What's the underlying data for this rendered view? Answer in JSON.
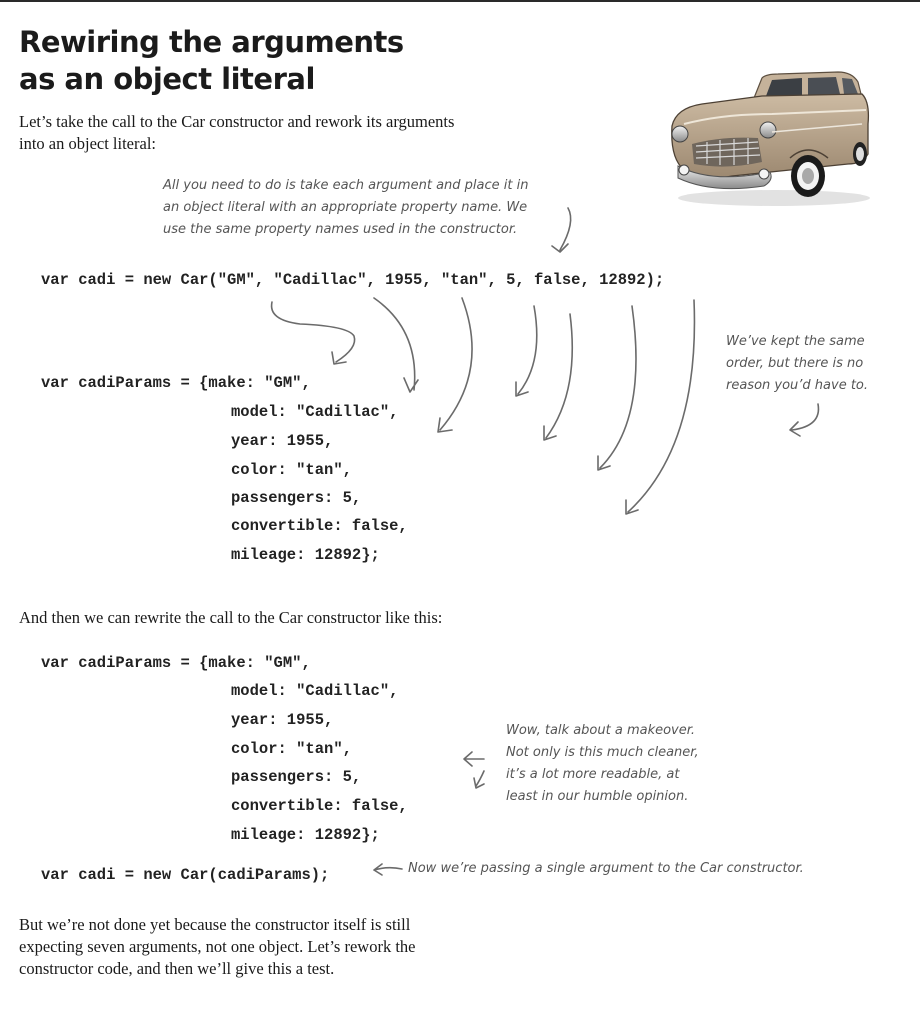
{
  "heading": {
    "line1": "Rewiring the arguments",
    "line2": "as an object literal"
  },
  "intro": {
    "line1": "Let’s take the call to the Car constructor and rework its arguments",
    "line2": "into an object literal:"
  },
  "note_top": {
    "line1": "All you need to do is take each argument and place it in",
    "line2": "an object literal with an appropriate property name. We",
    "line3": "use the same property names used in the constructor."
  },
  "note_order": {
    "line1": "We’ve kept the same",
    "line2": "order, but there is no",
    "line3": "reason you’d have to."
  },
  "code_call": "var cadi = new Car(\"GM\", \"Cadillac\", 1955, \"tan\", 5, false, 12892);",
  "code_params_1": [
    "var cadiParams = {make: \"GM\",",
    "model: \"Cadillac\",",
    "year: 1955,",
    "color: \"tan\",",
    "passengers: 5,",
    "convertible: false,",
    "mileage: 12892};"
  ],
  "middle_text": "And then we can rewrite the call to the Car constructor like this:",
  "code_params_2": [
    "var cadiParams = {make: \"GM\",",
    "model: \"Cadillac\",",
    "year: 1955,",
    "color: \"tan\",",
    "passengers: 5,",
    "convertible: false,",
    "mileage: 12892};"
  ],
  "note_makeover": {
    "line1": "Wow, talk about a makeover.",
    "line2": "Not only is this much cleaner,",
    "line3": "it’s a lot more readable, at",
    "line4": "least in our humble opinion."
  },
  "code_call2": "var cadi = new Car(cadiParams);",
  "note_single": "Now we’re passing a single argument to the Car constructor.",
  "outro": {
    "line1": "But we’re not done yet because the constructor itself is still",
    "line2": "expecting seven arguments, not one object. Let’s rework the",
    "line3": "constructor code, and then we’ll give this a test."
  },
  "image": {
    "subject": "car-photo"
  }
}
